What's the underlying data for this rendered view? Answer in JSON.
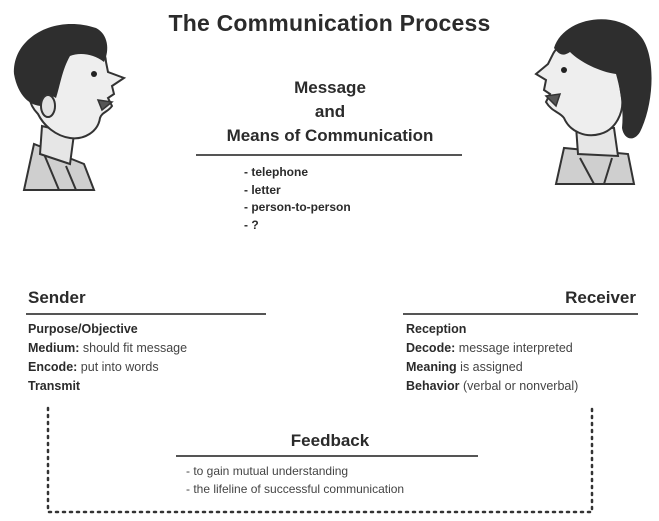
{
  "title": "The Communication Process",
  "message": {
    "line1": "Message",
    "line2": "and",
    "line3": "Means of Communication",
    "means": [
      "- telephone",
      "- letter",
      "- person-to-person",
      "- ?"
    ]
  },
  "sender": {
    "heading": "Sender",
    "items": [
      {
        "label": "Purpose/Objective",
        "desc": ""
      },
      {
        "label": "Medium:",
        "desc": " should fit message"
      },
      {
        "label": "Encode:",
        "desc": " put into words"
      },
      {
        "label": "Transmit",
        "desc": ""
      }
    ]
  },
  "receiver": {
    "heading": "Receiver",
    "items": [
      {
        "label": "Reception",
        "desc": ""
      },
      {
        "label": "Decode:",
        "desc": " message interpreted"
      },
      {
        "label": "Meaning",
        "desc": " is assigned"
      },
      {
        "label": "Behavior",
        "desc": " (verbal or nonverbal)"
      }
    ]
  },
  "feedback": {
    "heading": "Feedback",
    "items": [
      "- to gain mutual understanding",
      "- the lifeline of successful communication"
    ]
  },
  "icons": {
    "sender_face": "man-face-icon",
    "receiver_face": "woman-face-icon"
  }
}
